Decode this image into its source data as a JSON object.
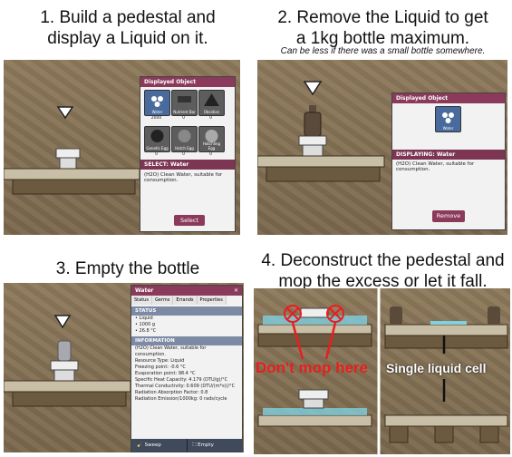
{
  "captions": {
    "step1": "1. Build a pedestal and\ndisplay a Liquid on it.",
    "step2": "2. Remove the Liquid to get\na 1kg bottle maximum.",
    "step2_note": "Can be less if there was a small bottle somewhere.",
    "step3": "3. Empty the bottle",
    "step4": "4. Deconstruct the pedestal and\nmop the excess or let it fall."
  },
  "panel1": {
    "dialog_title": "Displayed Object",
    "items": [
      {
        "label": "Water",
        "count": "2000",
        "icon": "water-drops-icon",
        "selected": true
      },
      {
        "label": "Nutrient Bar",
        "count": "0",
        "icon": "nutrient-bar-icon",
        "selected": false
      },
      {
        "label": "Obsidian",
        "count": "0",
        "icon": "obsidian-icon",
        "selected": false
      },
      {
        "label": "Genetic Egg",
        "count": "0",
        "icon": "egg-icon",
        "selected": false
      },
      {
        "label": "Hatch Egg",
        "count": "0",
        "icon": "egg-icon",
        "selected": false
      },
      {
        "label": "Hatchling Egg",
        "count": "0",
        "icon": "egg-icon",
        "selected": false
      }
    ],
    "select_heading": "SELECT: Water",
    "description": "(H2O) Clean Water, suitable for consumption.",
    "select_button": "Select"
  },
  "panel2": {
    "dialog_title": "Displayed Object",
    "item_label": "Water",
    "displaying_heading": "DISPLAYING: Water",
    "description": "(H2O) Clean Water, suitable for consumption.",
    "remove_button": "Remove"
  },
  "panel3": {
    "window_title": "Water",
    "tabs": [
      "Status",
      "Germs",
      "Errands",
      "Properties"
    ],
    "status_heading": "STATUS",
    "status_lines": [
      "Liquid",
      "1000 g",
      "26.8 °C"
    ],
    "info_heading": "INFORMATION",
    "info_lines": [
      "(H2O) Clean Water, suitable for",
      "consumption.",
      "",
      "Resource Type: Liquid",
      "Freezing point: -0.6 °C",
      "Evaporation point: 98.4 °C",
      "",
      "Specific Heat Capacity: 4.179 (DTU/g)/°C",
      "Thermal Conductivity: 0.609 (DTU/(m*s))/°C",
      "Radiation Absorption Factor: 0.8",
      "Radiation Emission/1000kg: 0 rads/cycle"
    ],
    "sweep_button": "Sweep",
    "empty_button": "Empty"
  },
  "panel4": {
    "dont_mop": "Don't mop here",
    "single_cell": "Single liquid cell"
  }
}
